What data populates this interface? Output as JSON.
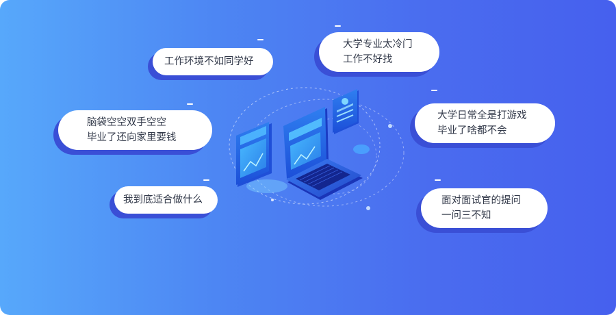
{
  "bubbles": [
    {
      "lines": [
        "工作环境不如同学好"
      ]
    },
    {
      "lines": [
        "大学专业太冷门",
        "工作不好找"
      ]
    },
    {
      "lines": [
        "脑袋空空双手空空",
        "毕业了还向家里要钱"
      ]
    },
    {
      "lines": [
        "大学日常全是打游戏",
        "毕业了啥都不会"
      ]
    },
    {
      "lines": [
        "我到底适合做什么"
      ]
    },
    {
      "lines": [
        "面对面试官的提问",
        "一问三不知"
      ]
    }
  ],
  "colors": {
    "gradient_start": "#57a8fb",
    "gradient_end": "#4660ee",
    "bubble_bg": "#ffffff",
    "bubble_shadow": "#3a4fd6",
    "text": "#333a4a"
  },
  "illustration": {
    "icon": "laptop-dashboard-icon"
  }
}
